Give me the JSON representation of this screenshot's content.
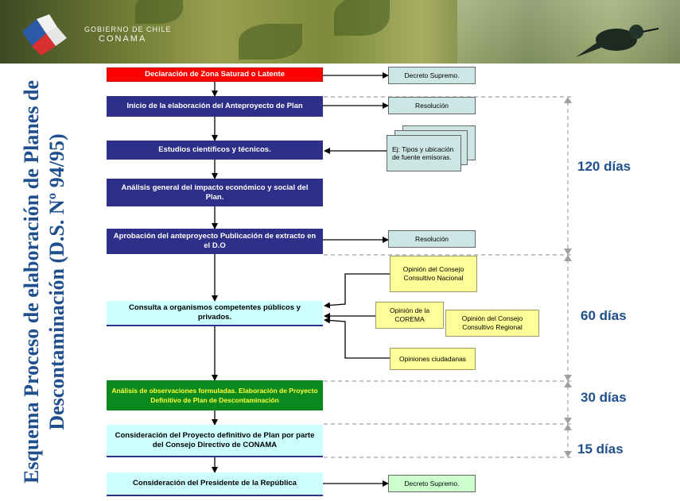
{
  "header": {
    "gov_line": "GOBIERNO DE CHILE",
    "agency": "CONAMA"
  },
  "title": "Esquema Proceso de elaboración de Planes de Descontaminación (D.S. Nº 94/95)",
  "steps": [
    "Declaración de Zona Saturad o Latente",
    "Inicio de la elaboración del Anteproyecto de Plan",
    "Estudios científicos y técnicos.",
    "Análisis general del impacto económico y social del Plan.",
    "Aprobación del anteproyecto Publicación de extracto en el D.O",
    "Consulta a organismos competentes públicos y privados.",
    "Análisis de observaciones formuladas. Elaboración de Proyecto Definitivo de Plan de Descontaminación",
    "Consideración del Proyecto definitivo de Plan por parte del Consejo Directivo de CONAMA",
    "Consideración del Presidente de la República"
  ],
  "outputs": {
    "decreto_1": "Decreto Supremo.",
    "resolucion_1": "Resolución",
    "ejemplo": "Ej: Tipos y ubicación de fuente emisoras.",
    "resolucion_2": "Resolución",
    "decreto_2": "Decreto Supremo."
  },
  "opinions": {
    "consejo_nacional": "Opinión del Consejo Consultivo Nacional",
    "corema": "Opinión de la COREMA",
    "consejo_regional": "Opinión del Consejo Consultivo Regional",
    "ciudadanas": "Opiniones ciudadanas"
  },
  "durations": [
    "120 días",
    "60 días",
    "30 días",
    "15 días"
  ],
  "colors": {
    "navy": "#2d2f88",
    "red": "#ff0000",
    "green": "#0a8a1e",
    "cyan": "#ccffff",
    "yellow": "#ffff99",
    "title_blue": "#1f4f8c"
  }
}
